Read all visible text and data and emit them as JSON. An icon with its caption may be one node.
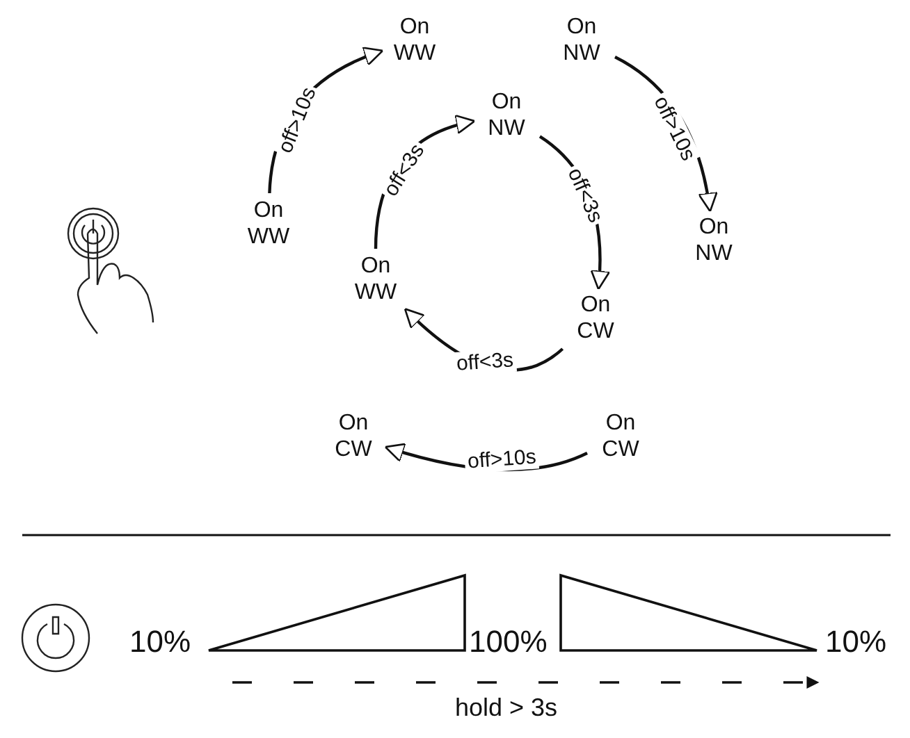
{
  "diagram": {
    "nodes": [
      {
        "text": [
          "On WW"
        ]
      },
      {
        "text": [
          "On NW"
        ]
      },
      {
        "text": [
          "On NW"
        ]
      },
      {
        "text": [
          "On WW"
        ]
      },
      {
        "text": [
          "On NW"
        ]
      },
      {
        "text": [
          "On WW"
        ]
      },
      {
        "text": [
          "On CW"
        ]
      },
      {
        "text": [
          "On CW"
        ]
      },
      {
        "text": [
          "On CW"
        ]
      }
    ],
    "edges": [
      {
        "from": 3,
        "to": 0,
        "arrow": "to",
        "label": "off>10s"
      },
      {
        "from": 5,
        "to": 2,
        "arrow": "to",
        "label": "off<3s"
      },
      {
        "from": 2,
        "to": 6,
        "arrow": "to",
        "label": "off<3s"
      },
      {
        "from": 1,
        "to": 4,
        "arrow": "to",
        "label": "off>10s"
      },
      {
        "from": 6,
        "to": 5,
        "arrow": "to",
        "label": "off<3s"
      },
      {
        "from": 8,
        "to": 7,
        "arrow": "to",
        "label": "off>10s"
      }
    ],
    "labels": [
      "10%",
      "100%",
      "10%",
      "hold > 3s"
    ]
  }
}
